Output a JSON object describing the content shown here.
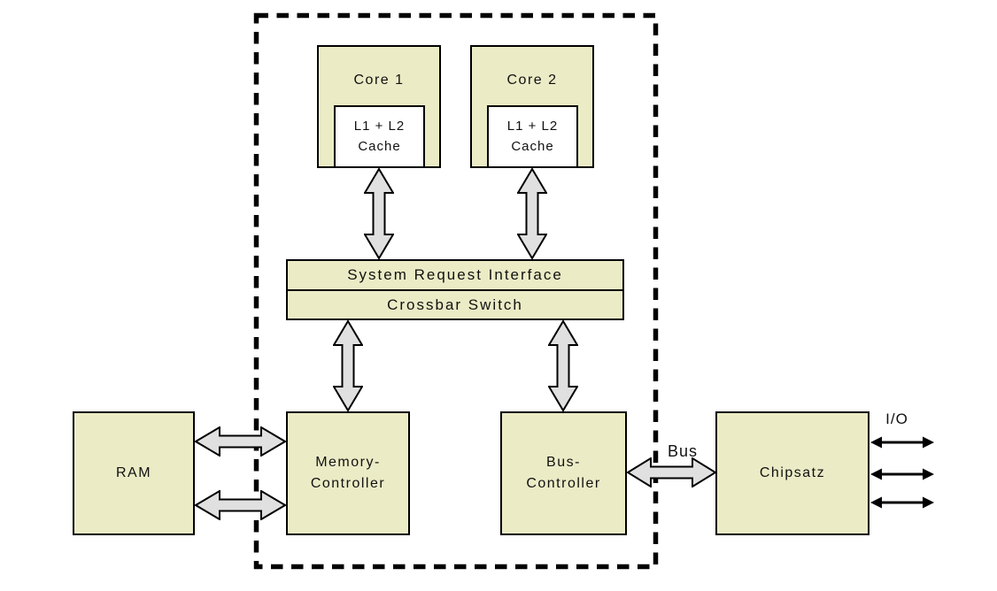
{
  "colors": {
    "box_fill": "#ebecc6",
    "box_border": "#000000",
    "arrow_fill": "#e0e0e0",
    "arrow_stroke": "#000000",
    "background": "#ffffff",
    "text": "#111111"
  },
  "nodes": {
    "core1": {
      "label": "Core 1"
    },
    "core2": {
      "label": "Core 2"
    },
    "cache1": {
      "line1": "L1 + L2",
      "line2": "Cache"
    },
    "cache2": {
      "line1": "L1 + L2",
      "line2": "Cache"
    },
    "system_request_interface": {
      "label": "System Request Interface"
    },
    "crossbar_switch": {
      "label": "Crossbar Switch"
    },
    "ram": {
      "label": "RAM"
    },
    "memory_controller": {
      "line1": "Memory-",
      "line2": "Controller"
    },
    "bus_controller": {
      "line1": "Bus-",
      "line2": "Controller"
    },
    "chipsatz": {
      "label": "Chipsatz"
    }
  },
  "labels": {
    "bus": "Bus",
    "io": "I/O"
  }
}
